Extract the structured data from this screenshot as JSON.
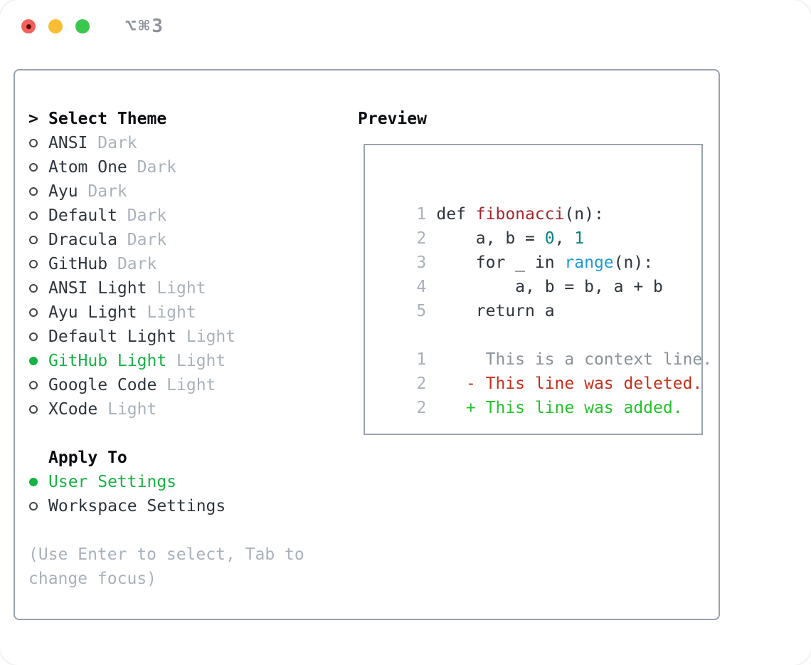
{
  "window": {
    "title": "⌥⌘3",
    "traffic_lights": [
      "close",
      "minimize",
      "zoom"
    ]
  },
  "theme_list": {
    "prompt": ">",
    "header": "Select Theme",
    "items": [
      {
        "name": "ANSI",
        "variant": "Dark",
        "selected": false
      },
      {
        "name": "Atom One",
        "variant": "Dark",
        "selected": false
      },
      {
        "name": "Ayu",
        "variant": "Dark",
        "selected": false
      },
      {
        "name": "Default",
        "variant": "Dark",
        "selected": false
      },
      {
        "name": "Dracula",
        "variant": "Dark",
        "selected": false
      },
      {
        "name": "GitHub",
        "variant": "Dark",
        "selected": false
      },
      {
        "name": "ANSI Light",
        "variant": "Light",
        "selected": false
      },
      {
        "name": "Ayu Light",
        "variant": "Light",
        "selected": false
      },
      {
        "name": "Default Light",
        "variant": "Light",
        "selected": false
      },
      {
        "name": "GitHub Light",
        "variant": "Light",
        "selected": true
      },
      {
        "name": "Google Code",
        "variant": "Light",
        "selected": false
      },
      {
        "name": "XCode",
        "variant": "Light",
        "selected": false
      }
    ]
  },
  "apply_to": {
    "header": "Apply To",
    "options": [
      {
        "name": "User Settings",
        "selected": true
      },
      {
        "name": "Workspace Settings",
        "selected": false
      }
    ]
  },
  "hint": "(Use Enter to select, Tab to change focus)",
  "preview": {
    "header": "Preview",
    "code_lines": [
      {
        "num": "1",
        "tokens": [
          [
            "def ",
            "default"
          ],
          [
            "fibonacci",
            "function"
          ],
          [
            "(n):",
            "default"
          ]
        ]
      },
      {
        "num": "2",
        "tokens": [
          [
            "    a, b = ",
            "default"
          ],
          [
            "0",
            "number"
          ],
          [
            ", ",
            "default"
          ],
          [
            "1",
            "number"
          ]
        ]
      },
      {
        "num": "3",
        "tokens": [
          [
            "    for _ in ",
            "default"
          ],
          [
            "range",
            "builtin"
          ],
          [
            "(n):",
            "default"
          ]
        ]
      },
      {
        "num": "4",
        "tokens": [
          [
            "        a, b = b, a + b",
            "default"
          ]
        ]
      },
      {
        "num": "5",
        "tokens": [
          [
            "    return a",
            "default"
          ]
        ]
      },
      {
        "num": "",
        "tokens": []
      },
      {
        "num": "1",
        "tokens": [
          [
            "     This is a context line.",
            "context"
          ]
        ]
      },
      {
        "num": "2",
        "tokens": [
          [
            "   - This line was deleted.",
            "deleted"
          ]
        ]
      },
      {
        "num": "2",
        "tokens": [
          [
            "   + This line was added.",
            "added"
          ]
        ]
      }
    ]
  },
  "colors": {
    "selection_green": "#16b244",
    "added_green": "#24c32b",
    "deleted_red": "#c6301c",
    "function_red": "#a6282d",
    "number_teal": "#0e8080",
    "builtin_blue": "#1f9ad7",
    "muted_gray": "#a9b1bb",
    "border_gray": "#9aa3ae",
    "text_dark": "#2e353d"
  }
}
